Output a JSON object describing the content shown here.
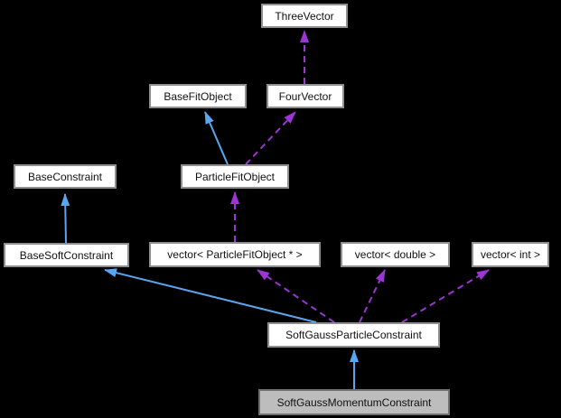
{
  "diagram": {
    "type": "class-collaboration-graph",
    "nodes": {
      "threevector": {
        "label": "ThreeVector",
        "kind": "class",
        "highlighted": false
      },
      "basefitobject": {
        "label": "BaseFitObject",
        "kind": "class",
        "highlighted": false
      },
      "fourvector": {
        "label": "FourVector",
        "kind": "class",
        "highlighted": false
      },
      "baseconstraint": {
        "label": "BaseConstraint",
        "kind": "class",
        "highlighted": false
      },
      "particlefitobject": {
        "label": "ParticleFitObject",
        "kind": "class",
        "highlighted": false
      },
      "basesoftconstraint": {
        "label": "BaseSoftConstraint",
        "kind": "class",
        "highlighted": false
      },
      "vector_particlefitobject": {
        "label": "vector< ParticleFitObject * >",
        "kind": "template-class",
        "highlighted": false
      },
      "vector_double": {
        "label": "vector< double >",
        "kind": "template-class",
        "highlighted": false
      },
      "vector_int": {
        "label": "vector< int >",
        "kind": "template-class",
        "highlighted": false
      },
      "softgaussparticleconstraint": {
        "label": "SoftGaussParticleConstraint",
        "kind": "class",
        "highlighted": false
      },
      "softgaussmomentumconstraint": {
        "label": "SoftGaussMomentumConstraint",
        "kind": "class",
        "highlighted": true
      }
    },
    "edges": [
      {
        "from": "basesoftconstraint",
        "to": "baseconstraint",
        "relation": "inheritance",
        "style": "solid"
      },
      {
        "from": "particlefitobject",
        "to": "basefitobject",
        "relation": "inheritance",
        "style": "solid"
      },
      {
        "from": "fourvector",
        "to": "threevector",
        "relation": "usage",
        "style": "dashed"
      },
      {
        "from": "particlefitobject",
        "to": "fourvector",
        "relation": "usage",
        "style": "dashed"
      },
      {
        "from": "vector_particlefitobject",
        "to": "particlefitobject",
        "relation": "usage",
        "style": "dashed"
      },
      {
        "from": "softgaussparticleconstraint",
        "to": "basesoftconstraint",
        "relation": "inheritance",
        "style": "solid"
      },
      {
        "from": "softgaussparticleconstraint",
        "to": "vector_particlefitobject",
        "relation": "usage",
        "style": "dashed"
      },
      {
        "from": "softgaussparticleconstraint",
        "to": "vector_double",
        "relation": "usage",
        "style": "dashed"
      },
      {
        "from": "softgaussparticleconstraint",
        "to": "vector_int",
        "relation": "usage",
        "style": "dashed"
      },
      {
        "from": "softgaussmomentumconstraint",
        "to": "softgaussparticleconstraint",
        "relation": "inheritance",
        "style": "solid"
      }
    ],
    "colors": {
      "background": "#000000",
      "node_fill": "#ffffff",
      "node_border": "#8f8f8f",
      "highlight_fill": "#bdbdbd",
      "highlight_border": "#707070",
      "text": "#111111",
      "inheritance_arrow": "#58a6f0",
      "usage_arrow": "#9b35d4"
    }
  }
}
